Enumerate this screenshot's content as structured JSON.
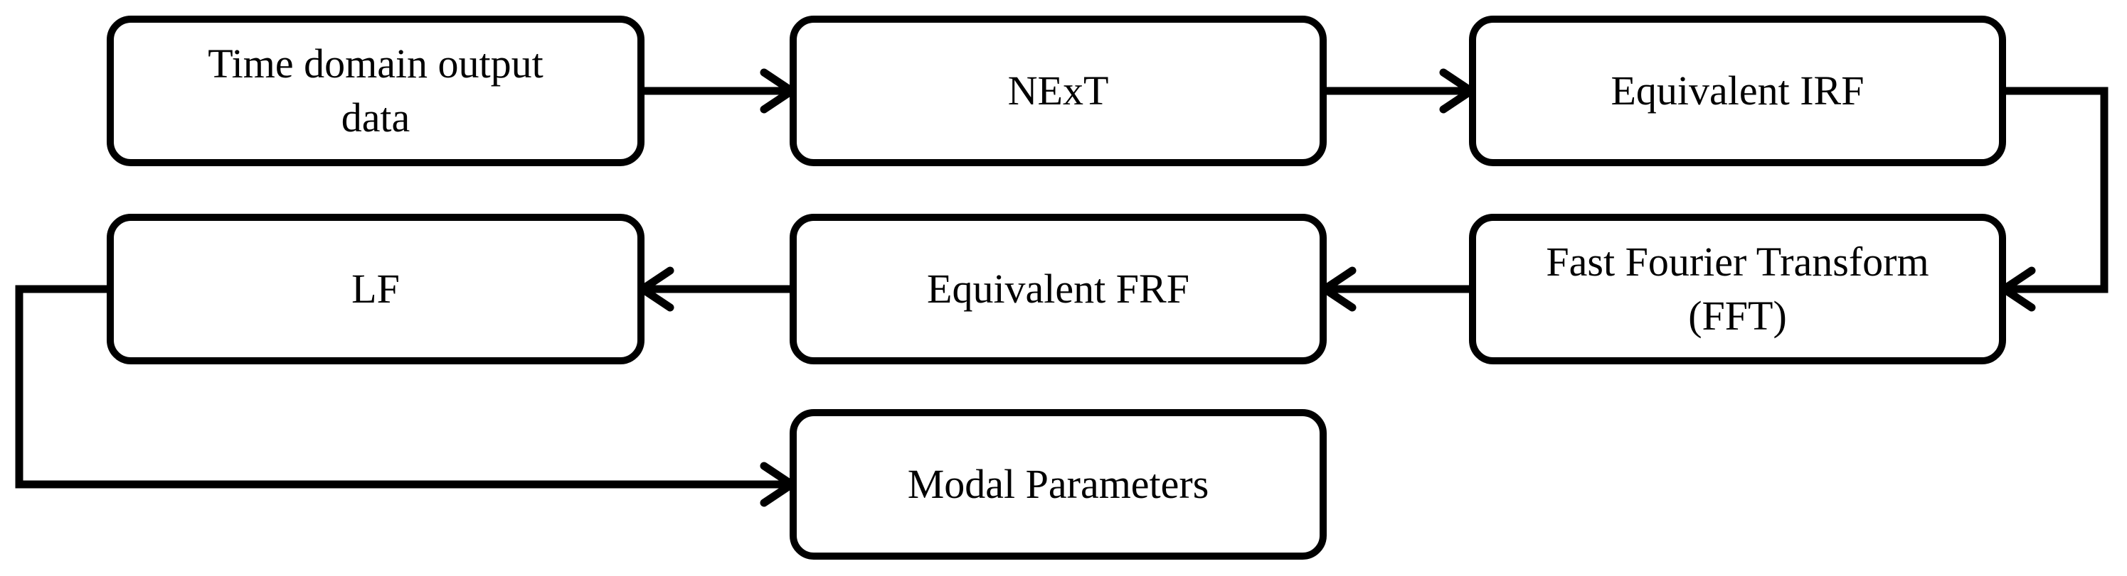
{
  "diagram": {
    "background": "#ffffff",
    "stroke_color": "#000000",
    "box_fill": "#ffffff",
    "nodes": [
      {
        "id": "time-domain-output-data",
        "label": "Time domain output data",
        "lines": [
          "Time domain output",
          "data"
        ]
      },
      {
        "id": "next",
        "label": "NExT",
        "lines": [
          "NExT"
        ]
      },
      {
        "id": "equivalent-irf",
        "label": "Equivalent IRF",
        "lines": [
          "Equivalent IRF"
        ]
      },
      {
        "id": "lf",
        "label": "LF",
        "lines": [
          "LF"
        ]
      },
      {
        "id": "equivalent-frf",
        "label": "Equivalent FRF",
        "lines": [
          "Equivalent FRF"
        ]
      },
      {
        "id": "fft",
        "label": "Fast Fourier Transform (FFT)",
        "lines": [
          "Fast Fourier Transform",
          "(FFT)"
        ]
      },
      {
        "id": "modal-parameters",
        "label": "Modal Parameters",
        "lines": [
          "Modal Parameters"
        ]
      }
    ],
    "edges": [
      {
        "from": "time-domain-output-data",
        "to": "next",
        "style": "arrow-right"
      },
      {
        "from": "next",
        "to": "equivalent-irf",
        "style": "arrow-right"
      },
      {
        "from": "equivalent-irf",
        "to": "fft",
        "style": "orthogonal-right-down-left"
      },
      {
        "from": "fft",
        "to": "equivalent-frf",
        "style": "arrow-left"
      },
      {
        "from": "equivalent-frf",
        "to": "lf",
        "style": "arrow-left"
      },
      {
        "from": "lf",
        "to": "modal-parameters",
        "style": "orthogonal-left-down-right"
      }
    ]
  }
}
